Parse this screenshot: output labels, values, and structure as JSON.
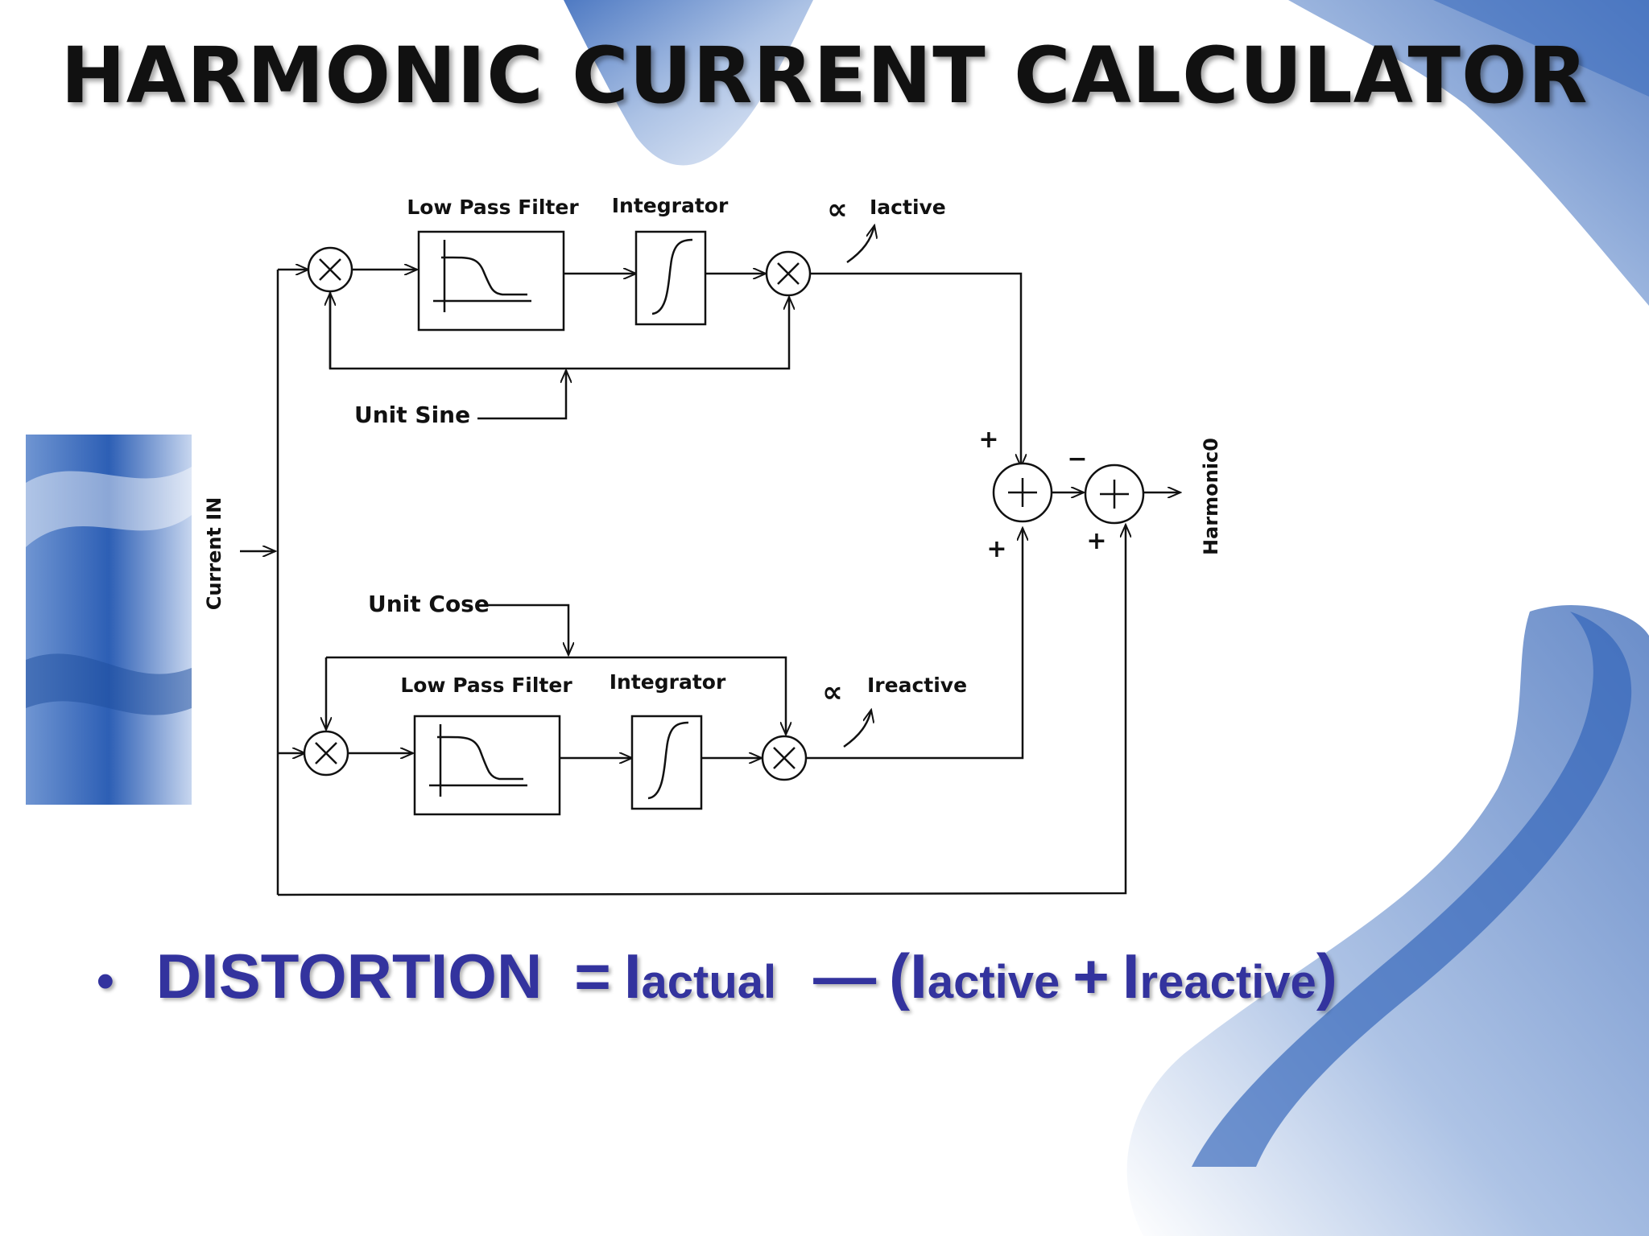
{
  "title": "HARMONIC CURRENT CALCULATOR",
  "diagram": {
    "top_lpf_label": "Low Pass Filter",
    "top_integrator_label": "Integrator",
    "bottom_lpf_label": "Low Pass Filter",
    "bottom_integrator_label": "Integrator",
    "proportional_symbol": "∝",
    "iactive_label": "Iactive",
    "ireactive_label": "Ireactive",
    "unit_sine_label": "Unit Sine",
    "unit_cose_label": "Unit Cose",
    "current_in_label": "Current IN",
    "harmonic_label": "Harmonic0",
    "sum1_plus_top": "+",
    "sum1_plus_bottom": "+",
    "sum2_minus": "−",
    "sum2_plus": "+"
  },
  "equation": {
    "bullet": "•",
    "lhs": "DISTORTION",
    "equals": "=",
    "i1": "I",
    "actual": "actual",
    "minus": "—",
    "open_paren": "(",
    "i2": "I",
    "active": "active",
    "plus": "+",
    "i3": "I",
    "reactive": "reactive",
    "close_paren": ")"
  },
  "colors": {
    "accent_blue": "#33339e",
    "swirl_blue": "#4a76c0"
  }
}
